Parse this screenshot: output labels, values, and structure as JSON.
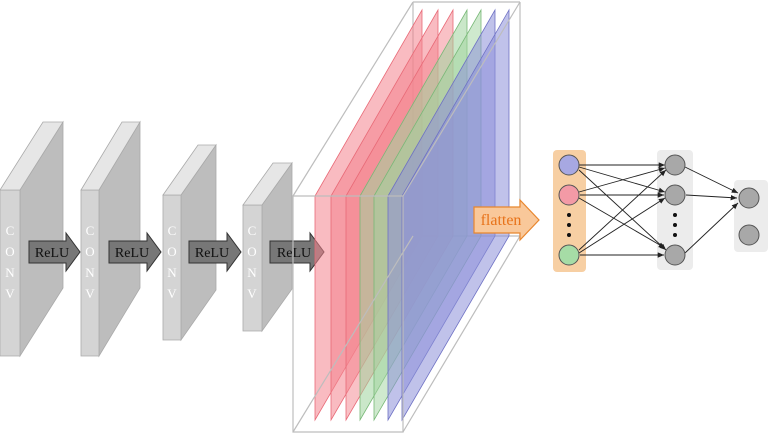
{
  "conv_label": "CONV",
  "activation_label": "ReLU",
  "flatten_label": "flatten",
  "colors": {
    "conv_front": "#d4d4d4",
    "conv_side": "#bdbdbd",
    "conv_top": "#e6e6e6",
    "arrow_fill": "#777777",
    "feature_red": "#f4848e",
    "feature_green": "#9fd39d",
    "feature_blue": "#8c8fd8",
    "flatten_fill": "#f9c89a",
    "flatten_stroke": "#e8862e",
    "input_panel": "#f7cfa3",
    "hidden_panel": "#ececec",
    "node_gray": "#a8a8a8",
    "node_blue": "#a7a8e2",
    "node_red": "#f39aa6",
    "node_green": "#a6dca6"
  }
}
